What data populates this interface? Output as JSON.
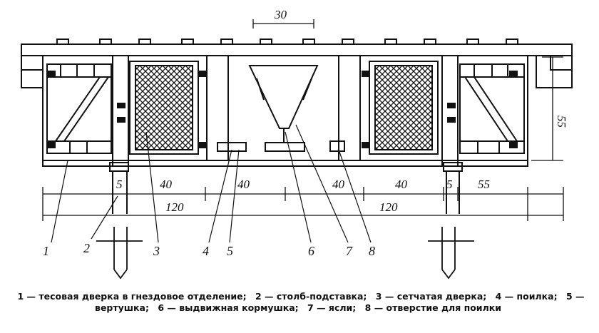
{
  "dimensions": {
    "top_spacing": "30",
    "height": "55",
    "seg1": "40",
    "seg2": "40",
    "seg3": "40",
    "seg4": "40",
    "post_left": "5",
    "post_right": "5",
    "end_right": "55",
    "total_left": "120",
    "total_right": "120"
  },
  "callouts": [
    "1",
    "2",
    "3",
    "4",
    "5",
    "6",
    "7",
    "8"
  ],
  "caption": {
    "items": [
      "1 — тесовая дверка в гнездовое отделение;",
      "2 — столб-подставка;",
      "3 — сетчатая дверка;",
      "4 — поилка;",
      "5 — вертушка;",
      "6 — выдвижная кормушка;",
      "7 — ясли;",
      "8 — отверстие для поилки"
    ]
  }
}
